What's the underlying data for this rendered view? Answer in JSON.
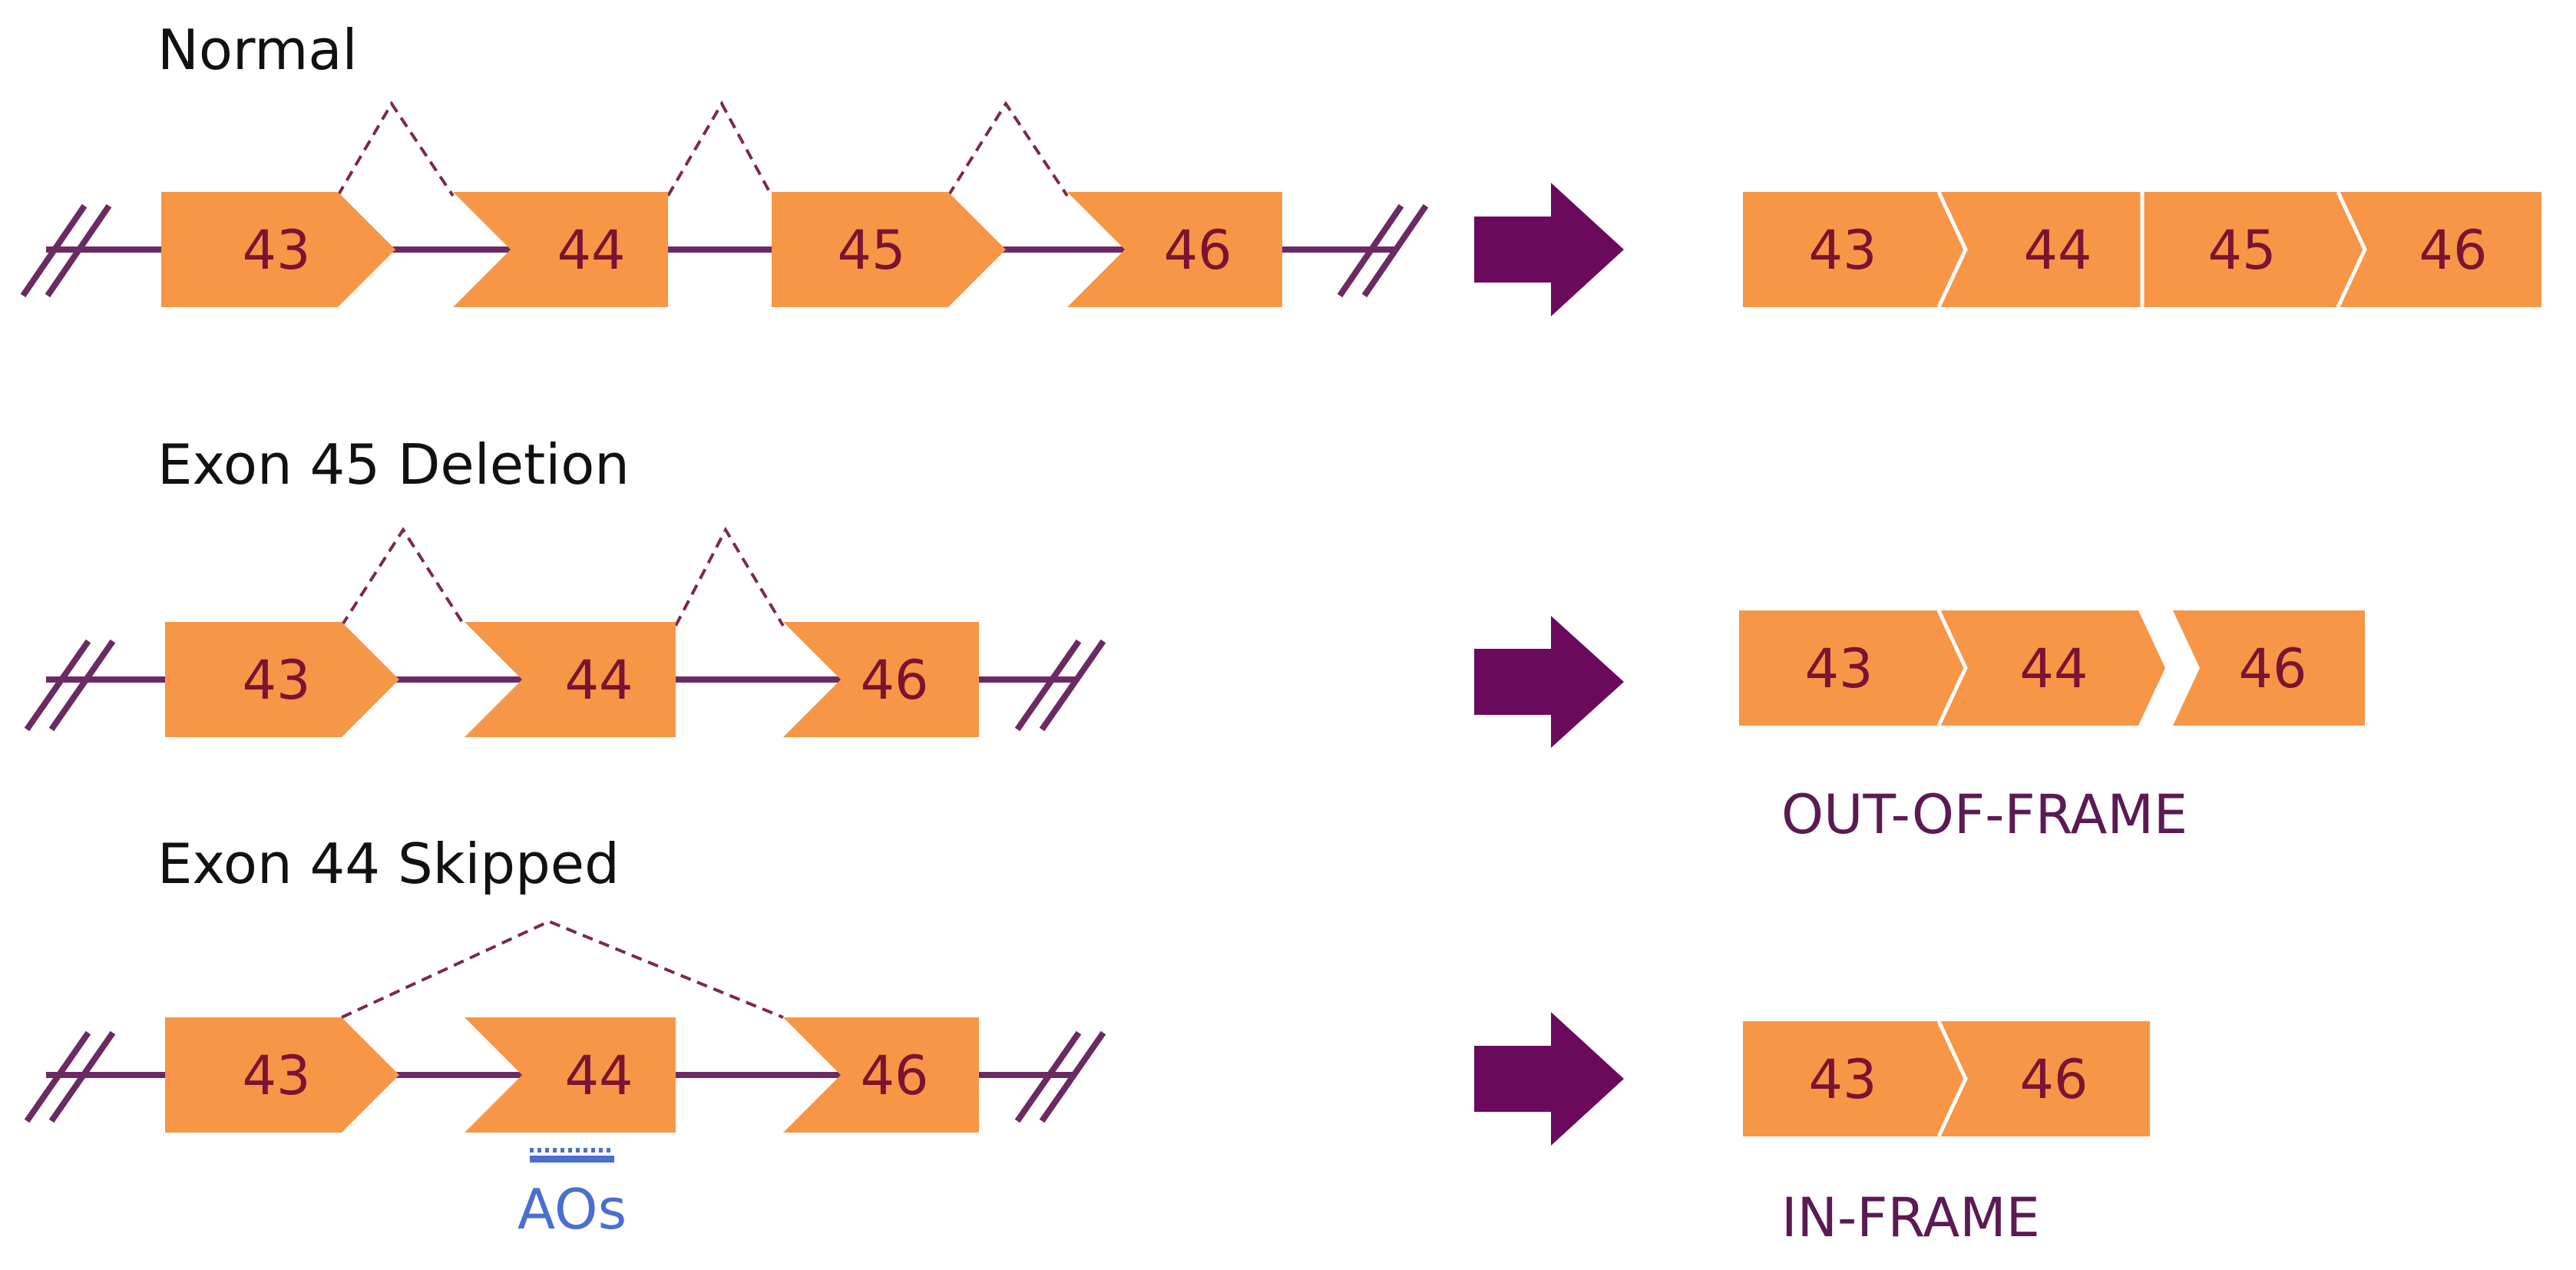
{
  "colors": {
    "exon_fill": "#f79646",
    "exon_text": "#7a1432",
    "intron_line": "#6b2a63",
    "splice_dash": "#7a2a4a",
    "arrow": "#6b0a5c",
    "label": "#111111",
    "frame_label": "#5b1a54",
    "ao": "#4a6fd0",
    "joint": "#ffffff"
  },
  "rows": [
    {
      "title": "Normal",
      "exons": [
        "43",
        "44",
        "45",
        "46"
      ],
      "mrna": [
        "43",
        "44",
        "45",
        "46"
      ],
      "frame_label": ""
    },
    {
      "title": "Exon 45 Deletion",
      "exons": [
        "43",
        "44",
        "46"
      ],
      "mrna": [
        "43",
        "44",
        "46"
      ],
      "frame_label": "OUT-OF-FRAME"
    },
    {
      "title": "Exon 44 Skipped",
      "exons": [
        "43",
        "44",
        "46"
      ],
      "mrna": [
        "43",
        "46"
      ],
      "frame_label": "IN-FRAME"
    }
  ],
  "ao_label": "AOs"
}
